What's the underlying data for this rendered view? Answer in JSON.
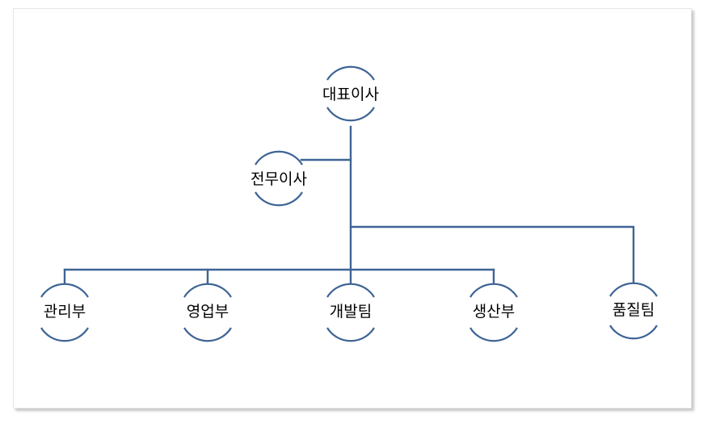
{
  "colors": {
    "line": "#3e6495",
    "text": "#000000"
  },
  "chart": {
    "nodes": [
      {
        "id": "ceo",
        "label": "대표이사"
      },
      {
        "id": "md",
        "label": "전무이사"
      },
      {
        "id": "admin",
        "label": "관리부"
      },
      {
        "id": "sales",
        "label": "영업부"
      },
      {
        "id": "dev",
        "label": "개발팀"
      },
      {
        "id": "prod",
        "label": "생산부"
      },
      {
        "id": "qa",
        "label": "품질팀"
      }
    ]
  }
}
